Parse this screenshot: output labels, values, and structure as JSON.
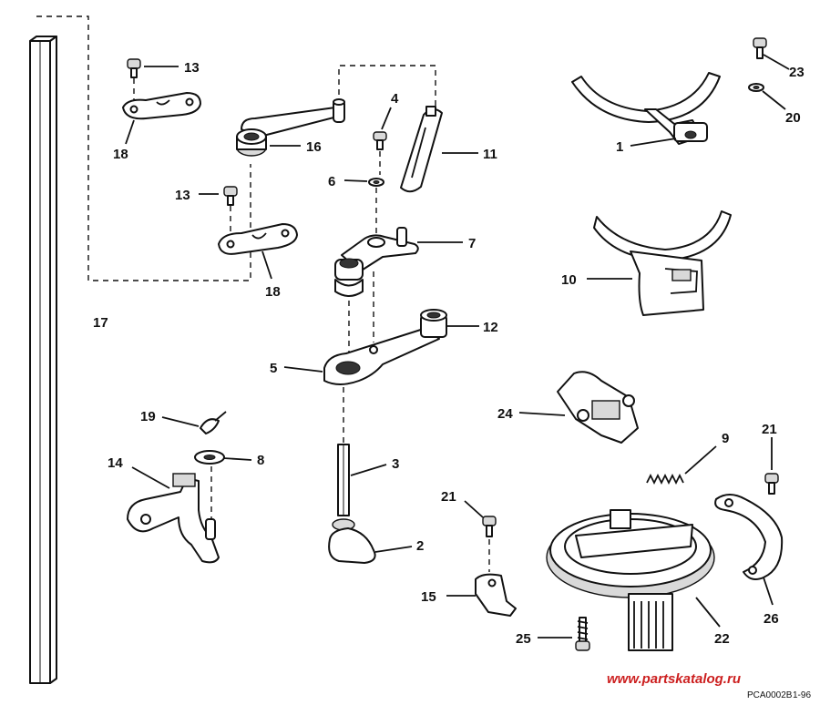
{
  "callouts": {
    "p1": "1",
    "p2": "2",
    "p3": "3",
    "p4": "4",
    "p5": "5",
    "p6": "6",
    "p7": "7",
    "p8": "8",
    "p9": "9",
    "p10": "10",
    "p11": "11",
    "p12": "12",
    "p13a": "13",
    "p13b": "13",
    "p14": "14",
    "p15": "15",
    "p16": "16",
    "p17": "17",
    "p18a": "18",
    "p18b": "18",
    "p19": "19",
    "p20": "20",
    "p21a": "21",
    "p21b": "21",
    "p22": "22",
    "p23": "23",
    "p24": "24",
    "p25": "25",
    "p26": "26"
  },
  "footer": {
    "watermark": "www.partskatalog.ru",
    "drawing_code": "PCA0002B",
    "date_code": "1-96"
  }
}
